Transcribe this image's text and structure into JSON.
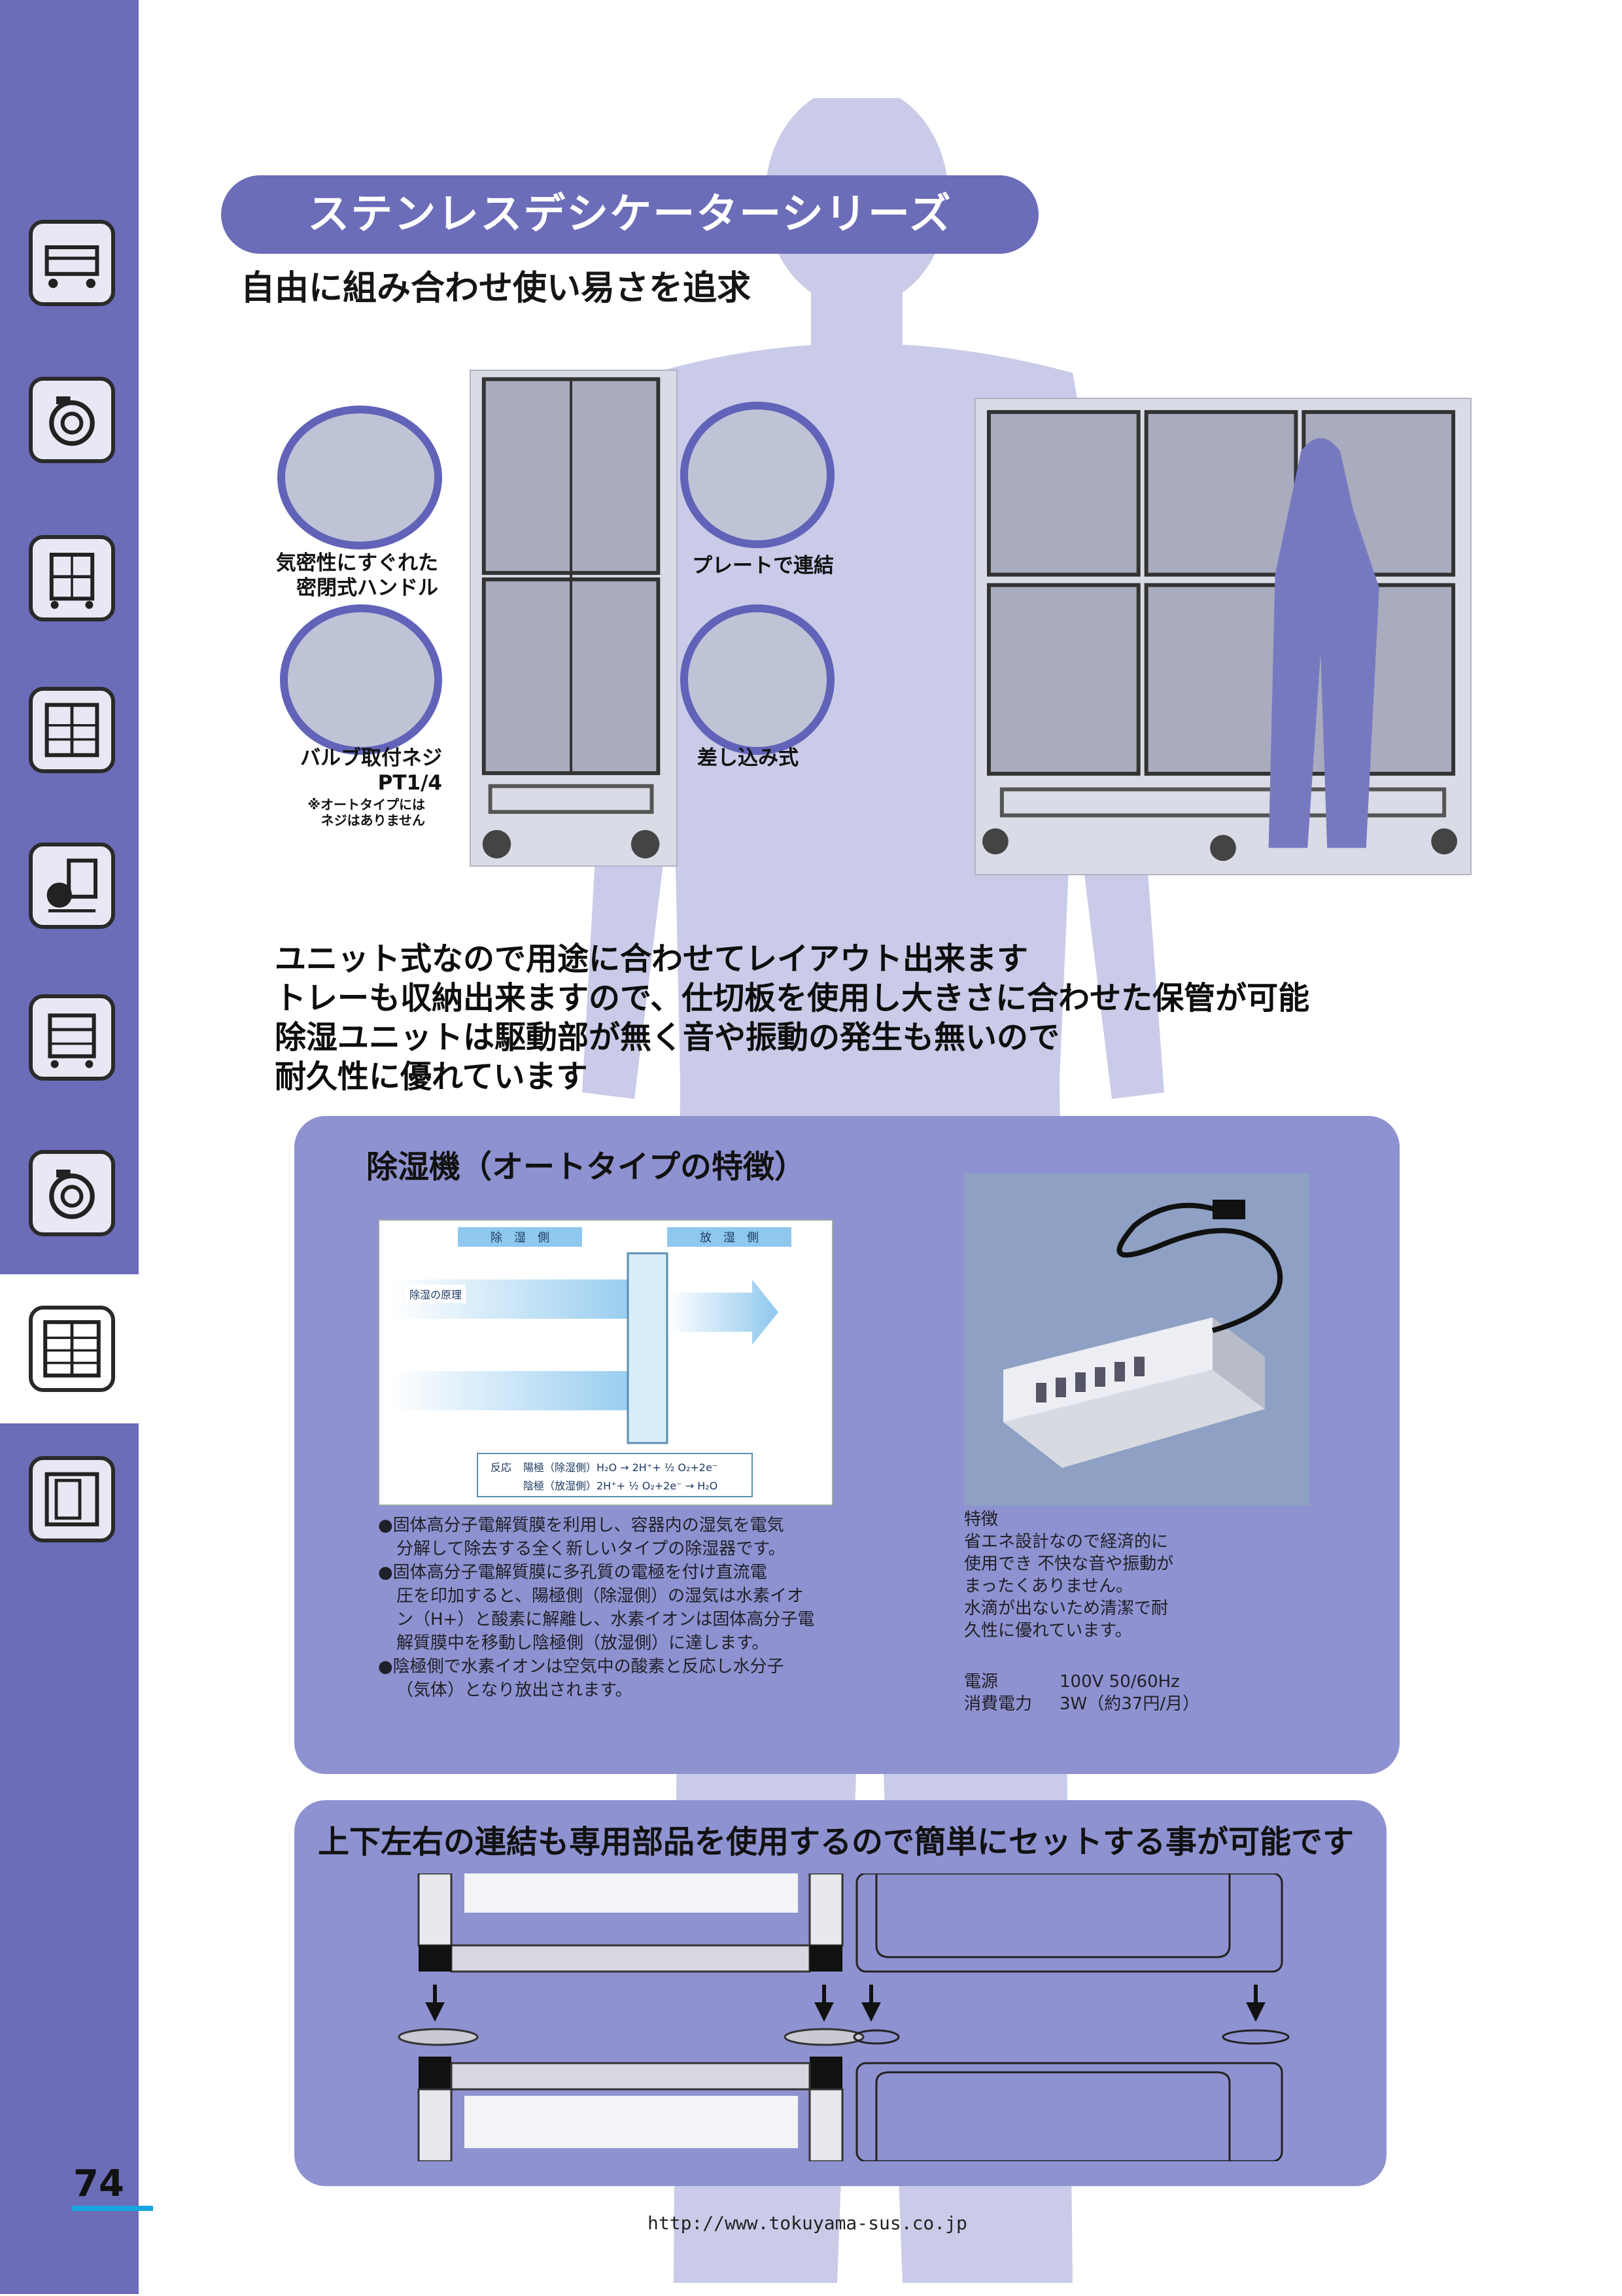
{
  "title": "ステンレスデシケーターシリーズ",
  "subtitle": "自由に組み合わせ使い易さを追求",
  "callouts": {
    "handle": [
      "気密性にすぐれた",
      "密閉式ハンドル"
    ],
    "plate": "プレートで連結",
    "valve": [
      "バルブ取付ネジ",
      "PT1/4"
    ],
    "valve_note": [
      "※オートタイプには",
      "ネジはありません"
    ],
    "insert": "差し込み式"
  },
  "features": [
    "ユニット式なので用途に合わせてレイアウト出来ます",
    "トレーも収納出来ますので、仕切板を使用し大きさに合わせた保管が可能",
    "除湿ユニットは駆動部が無く音や振動の発生も無いので",
    "耐久性に優れています"
  ],
  "dehumidifier": {
    "title": "除湿機（オートタイプの特徴）",
    "diagram": {
      "left_header": "除　湿　側",
      "right_header": "放　湿　側",
      "principle": "除湿の原理",
      "reaction_label": "反応",
      "anode": "陽極（除湿側）H₂O → 2H⁺+ ½ O₂+2e⁻",
      "cathode": "陰極（放湿側）2H⁺+ ½ O₂+2e⁻ → H₂O"
    },
    "bullets": [
      [
        "●固体高分子電解質膜を利用し、容器内の湿気を電気",
        "分解して除去する全く新しいタイプの除湿器です。"
      ],
      [
        "●固体高分子電解質膜に多孔質の電極を付け直流電",
        "圧を印加すると、陽極側（除湿側）の湿気は水素イオ",
        "ン（H+）と酸素に解離し、水素イオンは固体高分子電",
        "解質膜中を移動し陰極側（放湿側）に達します。"
      ],
      [
        "●陰極側で水素イオンは空気中の酸素と反応し水分子",
        "（気体）となり放出されます。"
      ]
    ],
    "features_label": "特徴",
    "features_text": [
      "省エネ設計なので経済的に",
      "使用でき 不快な音や振動が",
      "まったくありません。",
      "水滴が出ないため清潔で耐",
      "久性に優れています。"
    ],
    "specs": [
      {
        "key": "電源",
        "value": "100V 50/60Hz"
      },
      {
        "key": "消費電力",
        "value": "3W（約37円/月）"
      }
    ]
  },
  "connection": {
    "title": "上下左右の連結も専用部品を使用するので簡単にセットする事が可能です"
  },
  "footer": {
    "page_number": "74",
    "url": "http://www.tokuyama-sus.co.jp"
  },
  "colors": {
    "sidebar": "#6b6db8",
    "panel": "#8e92d0",
    "silhouette": "#c9cbe8",
    "accent_underline": "#1aa5e0"
  },
  "icons": [
    "cart-icon",
    "camera-icon",
    "shelf-cart-icon",
    "cabinet-icon",
    "bucket-cart-icon",
    "trolley-icon",
    "camera-icon",
    "desiccator-icon",
    "locker-icon"
  ]
}
